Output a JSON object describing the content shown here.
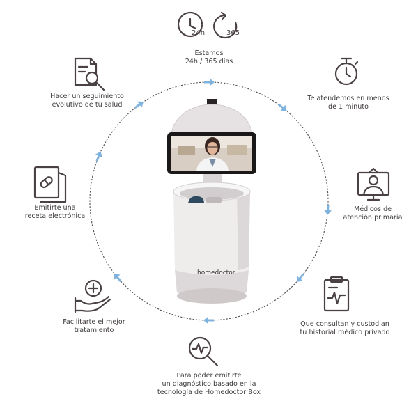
{
  "colors": {
    "ink": "#4a4144",
    "arrow": "#7fb3dd",
    "dots": "#5a5254",
    "device": "#e7e3e4",
    "device_shadow": "#c9c3c5"
  },
  "badges": {
    "hours": "24h",
    "days": "365"
  },
  "device": {
    "brand": "homedoctor"
  },
  "steps": [
    {
      "icon": "clock-24h-365-icon",
      "lines": [
        "Estamos",
        "24h / 365 días"
      ]
    },
    {
      "icon": "stopwatch-icon",
      "lines": [
        "Te atendemos en menos",
        "de 1 minuto"
      ]
    },
    {
      "icon": "doctor-monitor-icon",
      "lines": [
        "Médicos de",
        "atención primaria"
      ]
    },
    {
      "icon": "medical-clipboard-icon",
      "lines": [
        "Que consultan y custodian",
        "tu historial médico privado"
      ]
    },
    {
      "icon": "diagnosis-magnifier-icon",
      "lines": [
        "Para poder emitirte",
        "un diagnóstico basado en la",
        "tecnología de Homedoctor Box"
      ]
    },
    {
      "icon": "care-hand-icon",
      "lines": [
        "Facilitarte el mejor",
        "tratamiento"
      ]
    },
    {
      "icon": "prescription-icon",
      "lines": [
        "Emitirte una",
        "receta electrónica"
      ]
    },
    {
      "icon": "health-report-icon",
      "lines": [
        "Hacer un seguimiento",
        "evolutivo de tu salud"
      ]
    }
  ]
}
